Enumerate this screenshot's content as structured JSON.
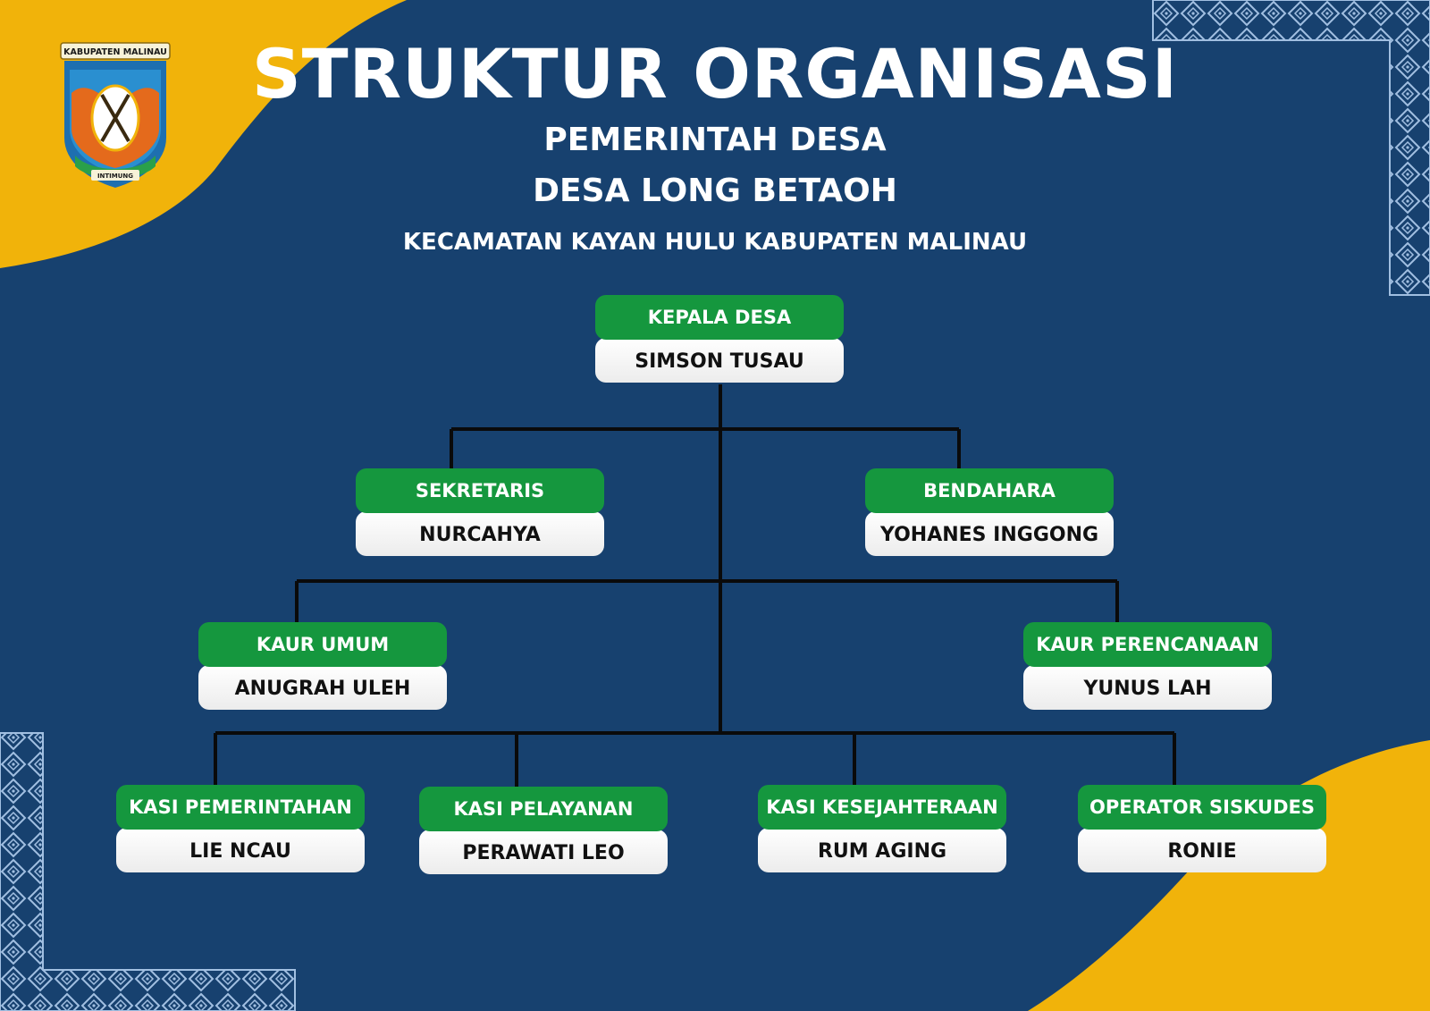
{
  "header": {
    "title": "STRUKTUR ORGANISASI",
    "subtitle_1": "PEMERINTAH DESA",
    "subtitle_2": "DESA LONG BETAOH",
    "subtitle_3": "KECAMATAN KAYAN HULU KABUPATEN MALINAU"
  },
  "logo": {
    "banner_text": "KABUPATEN MALINAU",
    "motto": "INTIMUNG"
  },
  "colors": {
    "background": "#17416f",
    "accent_yellow": "#f1b30a",
    "role_green": "#15973e",
    "ornament": "#a9c6e8"
  },
  "org": {
    "kepala_desa": {
      "role": "KEPALA DESA",
      "name": "SIMSON TUSAU"
    },
    "sekretaris": {
      "role": "SEKRETARIS",
      "name": "NURCAHYA"
    },
    "bendahara": {
      "role": "BENDAHARA",
      "name": "YOHANES INGGONG"
    },
    "kaur_umum": {
      "role": "KAUR UMUM",
      "name": "ANUGRAH ULEH"
    },
    "kaur_perencanaan": {
      "role": "KAUR PERENCANAAN",
      "name": "YUNUS LAH"
    },
    "kasi_pemerintahan": {
      "role": "KASI PEMERINTAHAN",
      "name": "LIE NCAU"
    },
    "kasi_pelayanan": {
      "role": "KASI PELAYANAN",
      "name": "PERAWATI LEO"
    },
    "kasi_kesejahteraan": {
      "role": "KASI KESEJAHTERAAN",
      "name": "RUM AGING"
    },
    "operator_siskudes": {
      "role": "OPERATOR SISKUDES",
      "name": "RONIE"
    }
  }
}
